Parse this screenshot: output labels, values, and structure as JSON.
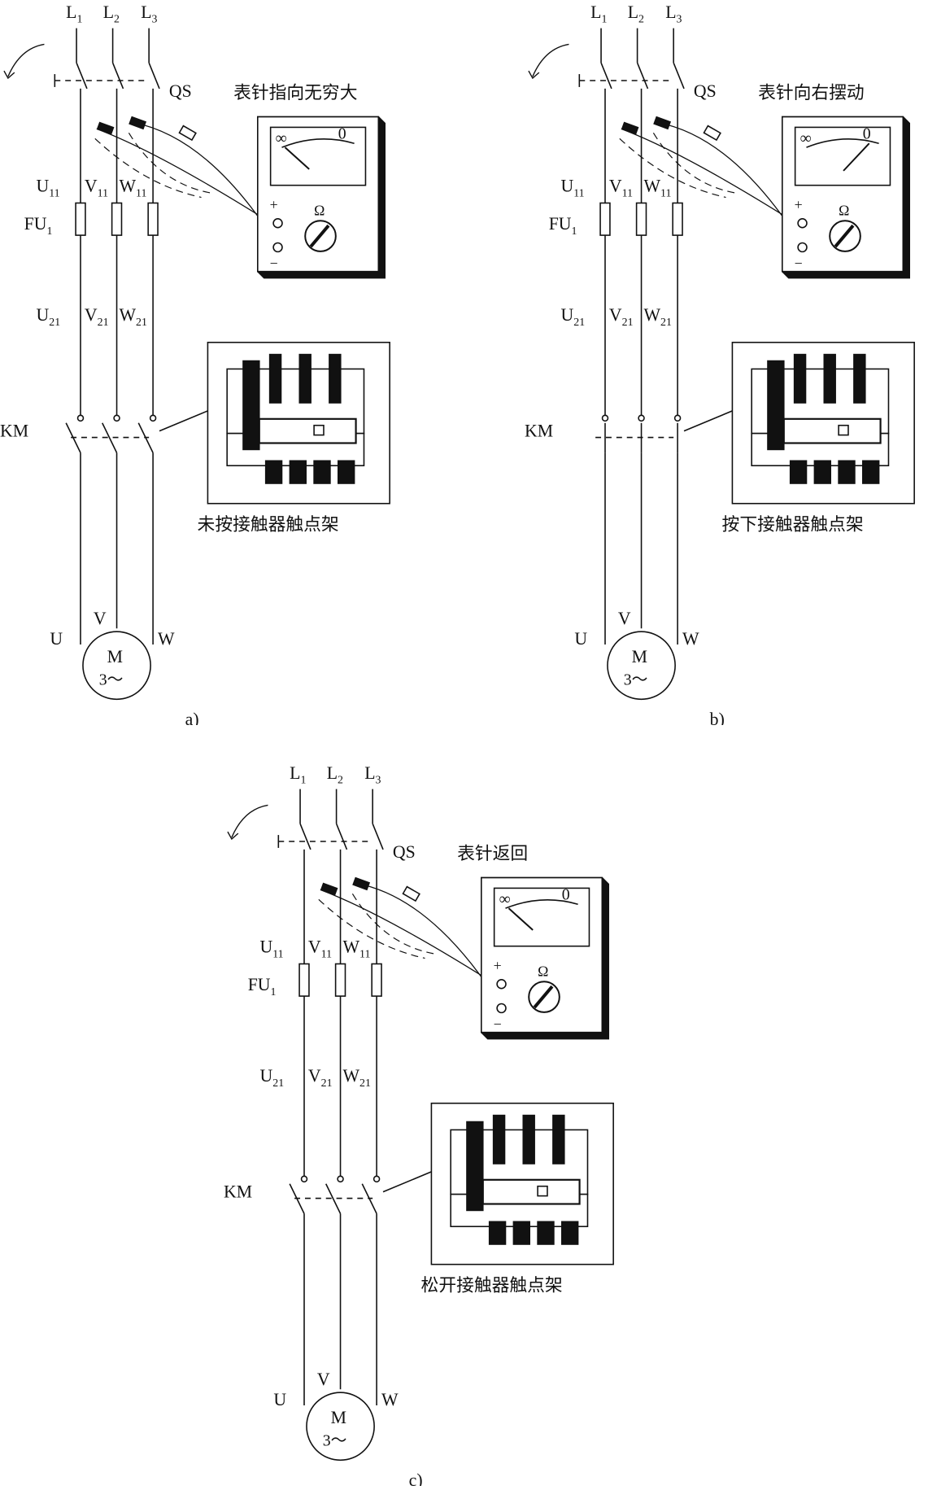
{
  "diagrams": [
    {
      "id": "a",
      "caption": "a)",
      "meter_label": "表针指向无穷大",
      "contactor_label": "未按接触器触点架",
      "needle": "infinity"
    },
    {
      "id": "b",
      "caption": "b)",
      "meter_label": "表针向右摆动",
      "contactor_label": "按下接触器触点架",
      "needle": "zero"
    },
    {
      "id": "c",
      "caption": "c)",
      "meter_label": "表针返回",
      "contactor_label": "松开接触器触点架",
      "needle": "infinity"
    }
  ],
  "labels": {
    "l1": "L",
    "l1_sub": "1",
    "l2": "L",
    "l2_sub": "2",
    "l3": "L",
    "l3_sub": "3",
    "qs": "QS",
    "u11": "U",
    "u11_sub": "11",
    "v11": "V",
    "v11_sub": "11",
    "w11": "W",
    "w11_sub": "11",
    "fu": "FU",
    "fu_sub": "1",
    "u21": "U",
    "u21_sub": "21",
    "v21": "V",
    "v21_sub": "21",
    "w21": "W",
    "w21_sub": "21",
    "km": "KM",
    "u": "U",
    "v": "V",
    "w": "W",
    "motor_m": "M",
    "motor_phase": "3～",
    "meter_inf": "∞",
    "meter_zero": "0",
    "meter_plus": "+",
    "meter_minus": "−",
    "meter_ohm": "Ω"
  },
  "colors": {
    "ink": "#111111",
    "paper": "#ffffff"
  }
}
